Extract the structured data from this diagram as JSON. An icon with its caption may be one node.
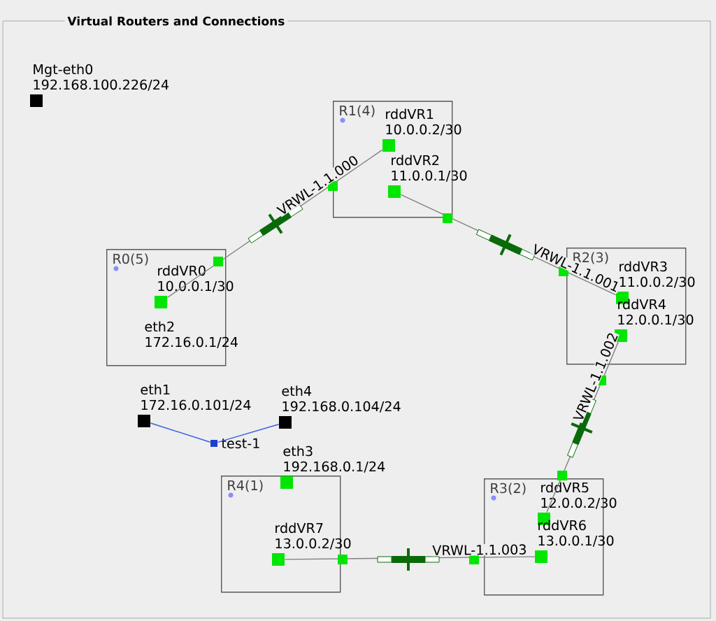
{
  "diagram": {
    "title": "Virtual Routers and Connections",
    "nodes": [
      {
        "text": [
          "R0(5)"
        ]
      },
      {
        "text": [
          "rddVR0",
          "10.0.0.1/30"
        ],
        "in": 0
      },
      {
        "text": [
          "eth2",
          "172.16.0.1/24"
        ],
        "in": 0
      },
      {
        "text": [
          "R1(4)"
        ]
      },
      {
        "text": [
          "rddVR1",
          "10.0.0.2/30"
        ],
        "in": 3
      },
      {
        "text": [
          "rddVR2",
          "11.0.0.1/30"
        ],
        "in": 3
      },
      {
        "text": [
          "R2(3)"
        ]
      },
      {
        "text": [
          "rddVR3",
          "11.0.0.2/30"
        ],
        "in": 6
      },
      {
        "text": [
          "rddVR4",
          "12.0.0.1/30"
        ],
        "in": 6
      },
      {
        "text": [
          "R3(2)"
        ]
      },
      {
        "text": [
          "rddVR5",
          "12.0.0.2/30"
        ],
        "in": 9
      },
      {
        "text": [
          "rddVR6",
          "13.0.0.1/30"
        ],
        "in": 9
      },
      {
        "text": [
          "R4(1)"
        ]
      },
      {
        "text": [
          "rddVR7",
          "13.0.0.2/30"
        ],
        "in": 12
      },
      {
        "text": [
          "eth3",
          "192.168.0.1/24"
        ],
        "in": 12
      },
      {
        "text": [
          "Mgt-eth0",
          "192.168.100.226/24"
        ]
      },
      {
        "text": [
          "eth1",
          "172.16.0.101/24"
        ]
      },
      {
        "text": [
          "eth4",
          "192.168.0.104/24"
        ]
      },
      {
        "text": [
          "test-1"
        ]
      }
    ],
    "edges": [
      {
        "from": 1,
        "to": 4,
        "arrow": "none",
        "label": "VRWL-1.1.000"
      },
      {
        "from": 5,
        "to": 7,
        "arrow": "none",
        "label": "VRWL-1.1.001"
      },
      {
        "from": 8,
        "to": 10,
        "arrow": "none",
        "label": "VRWL-1.1.002"
      },
      {
        "from": 13,
        "to": 11,
        "arrow": "none",
        "label": "VRWL-1.1.003"
      },
      {
        "from": 16,
        "to": 18,
        "arrow": "none",
        "color": "#3a5fe0"
      },
      {
        "from": 17,
        "to": 18,
        "arrow": "none",
        "color": "#3a5fe0"
      }
    ]
  }
}
